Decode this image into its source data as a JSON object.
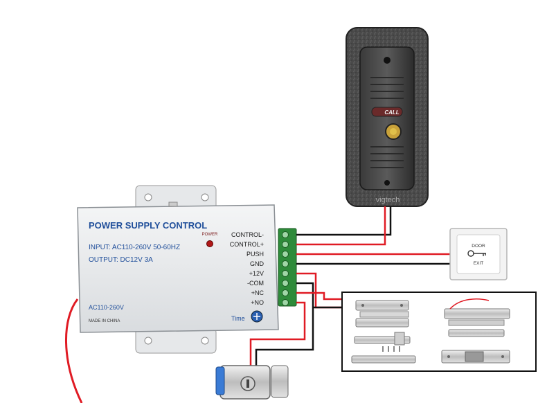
{
  "power_supply": {
    "title": "POWER SUPPLY CONTROL",
    "power_led_label": "POWER",
    "input": "INPUT: AC110-260V 50-60HZ",
    "output": "OUTPUT:  DC12V  3A",
    "ac_label": "AC110-260V",
    "made_in": "MADE IN CHINA",
    "time_label": "Time",
    "terminals": [
      "CONTROL-",
      "CONTROL+",
      "PUSH",
      "GND",
      "+12V",
      "-COM",
      "+NC",
      "+NO"
    ]
  },
  "doorbell": {
    "call_label": "CALL",
    "brand": "vigtech"
  },
  "exit_button": {
    "line1": "DOOR",
    "line2": "EXIT"
  },
  "colors": {
    "wire_red": "#e01b24",
    "wire_black": "#111111",
    "terminal_green": "#2e8b3a",
    "title_blue": "#1f4e9a"
  }
}
